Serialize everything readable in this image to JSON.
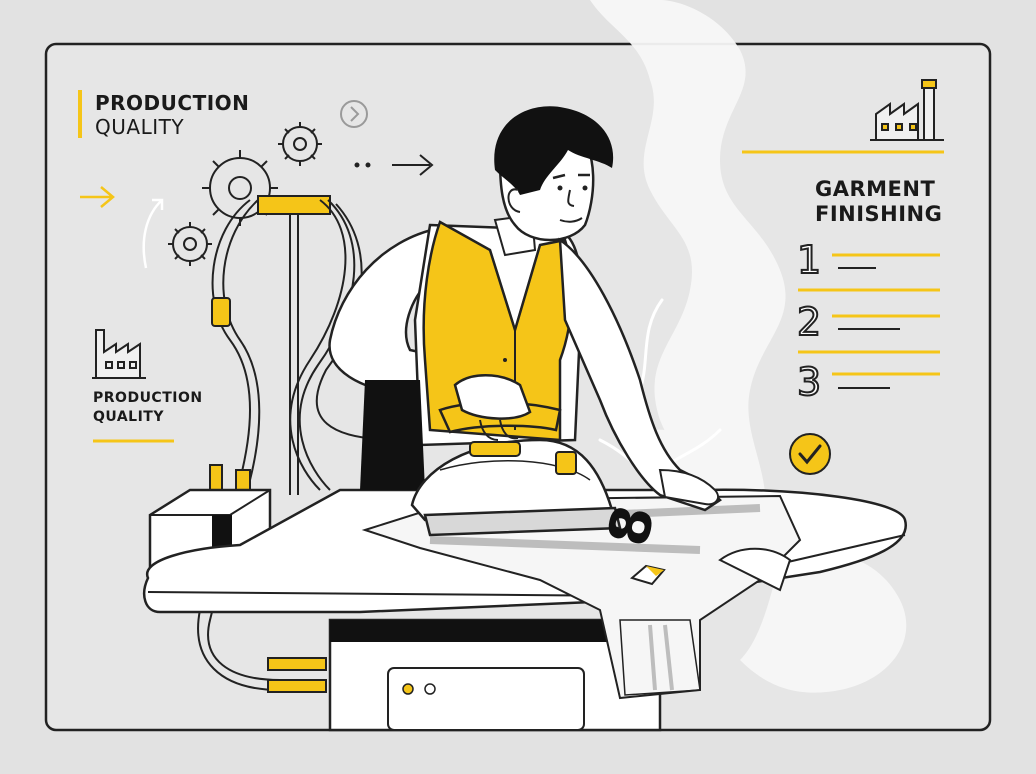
{
  "top_left_heading": {
    "line1": "PRODUCTION",
    "line2": "QUALITY"
  },
  "left_mid_heading": {
    "line1": "PRODUCTION",
    "line2": "QUALITY"
  },
  "right_heading": {
    "line1": "GARMENT",
    "line2": "FINISHING"
  },
  "steps": [
    "1",
    "2",
    "3"
  ],
  "shirt_number": "8",
  "colors": {
    "accent": "#f5c518",
    "ink": "#1a1a1a",
    "background": "#e2e2e2",
    "panel": "#e6e6e6"
  },
  "icons": [
    "factory-icon",
    "gear-icon",
    "arrow-right-icon",
    "chevron-circle-icon",
    "check-badge-icon",
    "steam-iron-icon"
  ]
}
